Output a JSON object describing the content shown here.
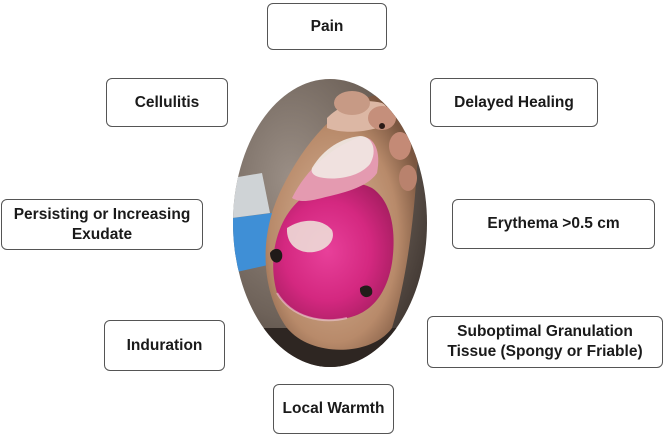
{
  "diagram": {
    "center_image_label": "foot wound photograph",
    "signs": {
      "pain": "Pain",
      "cellulitis": "Cellulitis",
      "delayed_healing": "Delayed Healing",
      "exudate": "Persisting or Increasing Exudate",
      "erythema": "Erythema >0.5 cm",
      "induration": "Induration",
      "granulation": "Suboptimal Granulation Tissue (Spongy or Friable)",
      "warmth": "Local Warmth"
    }
  }
}
